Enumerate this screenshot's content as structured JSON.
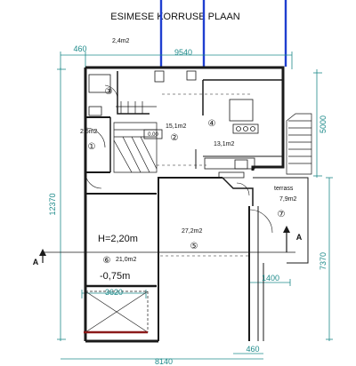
{
  "title": "ESIMESE KORRUSE PLAAN",
  "dimensions": {
    "top_left": "460",
    "top_main": "9540",
    "left_vertical": "12370",
    "right_upper": "5000",
    "right_lower": "7370",
    "bottom_mid": "3620",
    "terrace_width": "1400",
    "bottom_small": "460",
    "bottom_main": "8140"
  },
  "rooms": {
    "r1_area": "2,5m2",
    "r1_num": "①",
    "r2_area": "15,1m2",
    "r2_num": "②",
    "r3_area": "2,4m2",
    "r3_num": "③",
    "r4_num": "④",
    "r4_area": "13,1m2",
    "r5_area": "27,2m2",
    "r5_num": "⑤",
    "r6_height": "H=2,20m",
    "r6_num": "⑥",
    "r6_area": "21,0m2",
    "r6_level": "-0,75m",
    "r7_name": "terrass",
    "r7_area": "7,9m2",
    "r7_num": "⑦"
  },
  "level_marker": "0.00",
  "section": {
    "left": "A",
    "right": "A"
  },
  "colors": {
    "walls": "#1a1a1a",
    "dimensions": "#1f8b8b",
    "blue_lines": "#1f3fd0",
    "garage_door": "#8b1a1a"
  }
}
